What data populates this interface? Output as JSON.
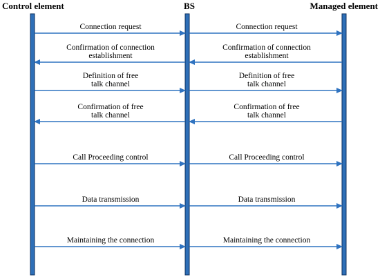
{
  "headers": {
    "left": "Control element",
    "center": "BS",
    "right": "Managed element"
  },
  "colors": {
    "lifeline_fill": "#2e6fb7",
    "lifeline_stroke": "#0d2f5c",
    "arrow": "#2f73c0",
    "text": "#000000"
  },
  "messages": [
    {
      "left_text": [
        "Connection request"
      ],
      "right_text": [
        "Connection request"
      ],
      "direction": "right"
    },
    {
      "left_text": [
        "Confirmation of connection",
        "establishment"
      ],
      "right_text": [
        "Confirmation of connection",
        "establishment"
      ],
      "direction": "left"
    },
    {
      "left_text": [
        "Definition of free",
        "talk channel"
      ],
      "right_text": [
        "Definition of free",
        "talk channel"
      ],
      "direction": "right"
    },
    {
      "left_text": [
        "Confirmation of free",
        "talk channel"
      ],
      "right_text": [
        "Confirmation of free",
        "talk channel"
      ],
      "direction": "left"
    },
    {
      "left_text": [
        "Call Proceeding control"
      ],
      "right_text": [
        "Call Proceeding control"
      ],
      "direction": "right"
    },
    {
      "left_text": [
        "Data transmission"
      ],
      "right_text": [
        "Data transmission"
      ],
      "direction": "right"
    },
    {
      "left_text": [
        "Maintaining the connection"
      ],
      "right_text": [
        "Maintaining the connection"
      ],
      "direction": "right"
    }
  ]
}
